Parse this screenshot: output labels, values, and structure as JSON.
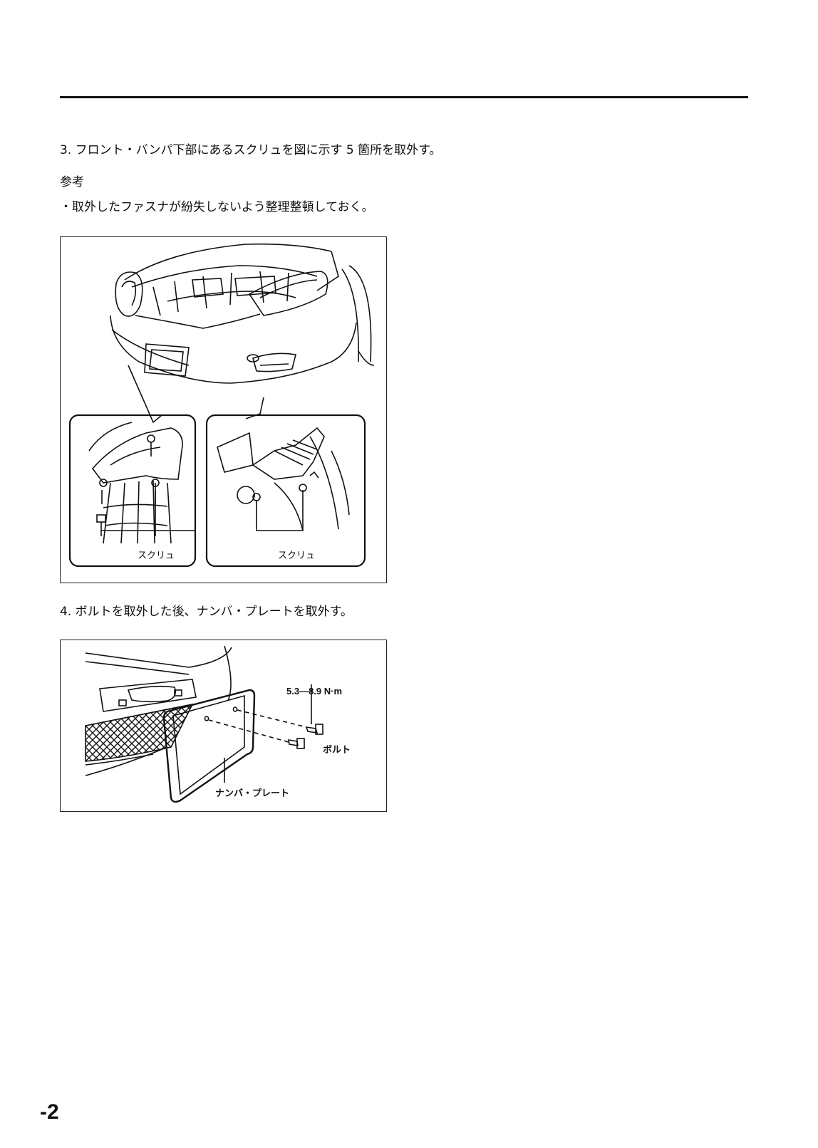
{
  "step3": {
    "text": "3. フロント・バンパ下部にあるスクリュを図に示す 5 箇所を取外す。"
  },
  "note": {
    "heading": "参考",
    "bullet": "・取外したファスナが紛失しないよう整理整頓しておく。"
  },
  "figure1": {
    "label_left": "スクリュ",
    "label_right": "スクリュ"
  },
  "step4": {
    "text": "4. ボルトを取外した後、ナンバ・プレートを取外す。"
  },
  "figure2": {
    "torque": "5.3—8.9 N·m",
    "bolt_label": "ボルト",
    "plate_label": "ナンバ・プレート"
  },
  "page": {
    "number": "-2"
  }
}
